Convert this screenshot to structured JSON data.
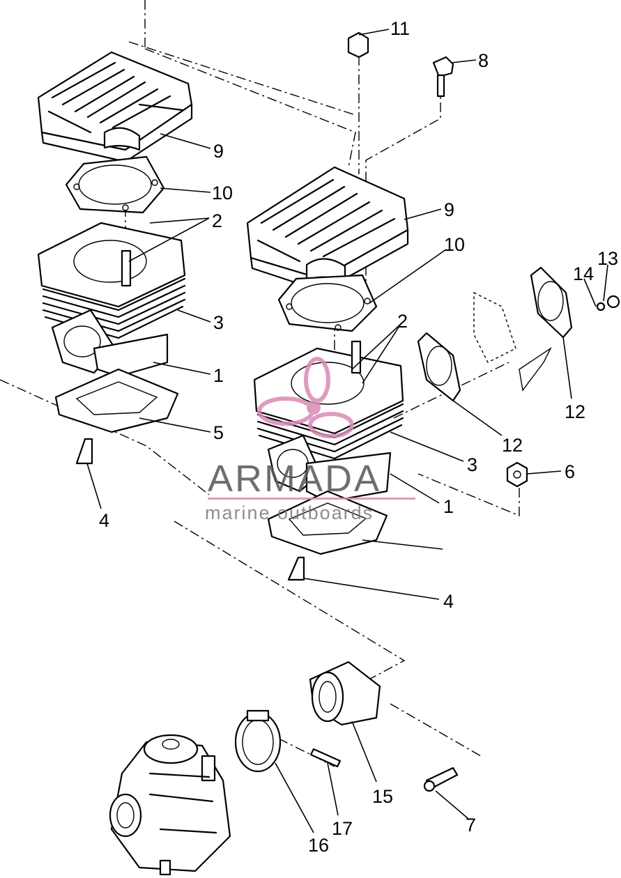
{
  "diagram": {
    "type": "exploded-parts-view",
    "callouts": [
      {
        "id": "c11",
        "text": "11"
      },
      {
        "id": "c8",
        "text": "8"
      },
      {
        "id": "c9a",
        "text": "9"
      },
      {
        "id": "c10a",
        "text": "10"
      },
      {
        "id": "c2a",
        "text": "2"
      },
      {
        "id": "c9b",
        "text": "9"
      },
      {
        "id": "c10b",
        "text": "10"
      },
      {
        "id": "c13",
        "text": "13"
      },
      {
        "id": "c14",
        "text": "14"
      },
      {
        "id": "c3a",
        "text": "3"
      },
      {
        "id": "c2b",
        "text": "2"
      },
      {
        "id": "c1a",
        "text": "1"
      },
      {
        "id": "c5",
        "text": "5"
      },
      {
        "id": "c12a",
        "text": "12"
      },
      {
        "id": "c12b",
        "text": "12"
      },
      {
        "id": "c3b",
        "text": "3"
      },
      {
        "id": "c6",
        "text": "6"
      },
      {
        "id": "c4a",
        "text": "4"
      },
      {
        "id": "c1b",
        "text": "1"
      },
      {
        "id": "c4b",
        "text": "4"
      },
      {
        "id": "c15",
        "text": "15"
      },
      {
        "id": "c16",
        "text": "16"
      },
      {
        "id": "c17",
        "text": "17"
      },
      {
        "id": "c7",
        "text": "7"
      }
    ]
  },
  "watermark": {
    "brand": "ARMADA",
    "tagline": "marine outboards",
    "accent_color": "#d98ab5"
  }
}
